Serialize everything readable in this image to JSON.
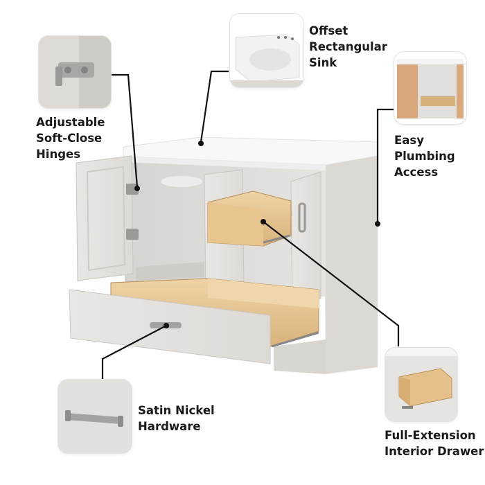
{
  "features": {
    "hinges": {
      "lines": [
        "Adjustable",
        "Soft-Close",
        "Hinges"
      ]
    },
    "sink": {
      "lines": [
        "Offset",
        "Rectangular",
        "Sink"
      ]
    },
    "plumbing": {
      "lines": [
        "Easy",
        "Plumbing",
        "Access"
      ]
    },
    "hardware": {
      "lines": [
        "Satin Nickel",
        "Hardware"
      ]
    },
    "drawer": {
      "lines": [
        "Full-Extension",
        "Interior Drawer"
      ]
    }
  },
  "colors": {
    "wood_finish": "#e4e2df",
    "countertop": "#f7f7f7",
    "drawer_box": "#e7c796",
    "callout_line": "#111111",
    "text": "#1a1a1a"
  }
}
